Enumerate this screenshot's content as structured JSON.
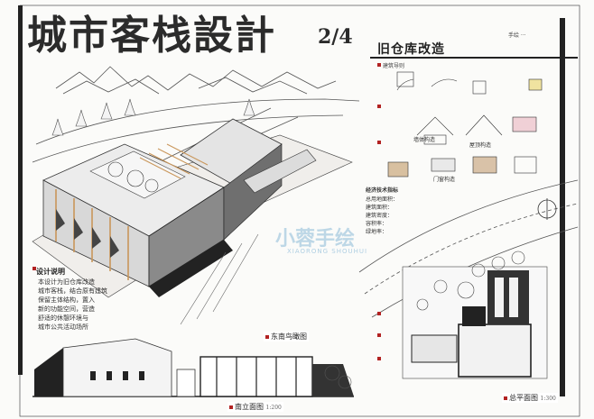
{
  "header": {
    "title": "城市客栈設計",
    "title_number": "2/4",
    "subtitle": "旧仓库改造",
    "author": "手绘 ···"
  },
  "watermark": {
    "main": "小蓉手绘",
    "sub": "XIAORONG SHOUHUI"
  },
  "guide_section": {
    "heading": "建筑导则",
    "labels": [
      "墙体构造",
      "屋顶构造",
      "门窗构造"
    ]
  },
  "economy_section": {
    "heading": "经济技术指标",
    "lines": [
      "总用地面积：",
      "建筑面积：",
      "建筑密度：",
      "容积率：",
      "绿地率："
    ]
  },
  "design_notes": {
    "heading": "设计说明",
    "lines": [
      "本设计为旧仓库改造",
      "城市客栈，结合原有建筑",
      "保留主体结构，置入",
      "新的功能空间，营造",
      "舒适的休憩环境与",
      "城市公共活动场所"
    ]
  },
  "drawing_labels": {
    "axonometric": "东南鸟瞰图",
    "south_elevation": "南立面图",
    "plan": "总平面图",
    "scale_1": "1:200",
    "scale_2": "1:300"
  },
  "colors": {
    "ink": "#2b2b2b",
    "accent_red": "#b22222",
    "wood": "#c9965a",
    "grey_fill": "#9a9a9a"
  }
}
